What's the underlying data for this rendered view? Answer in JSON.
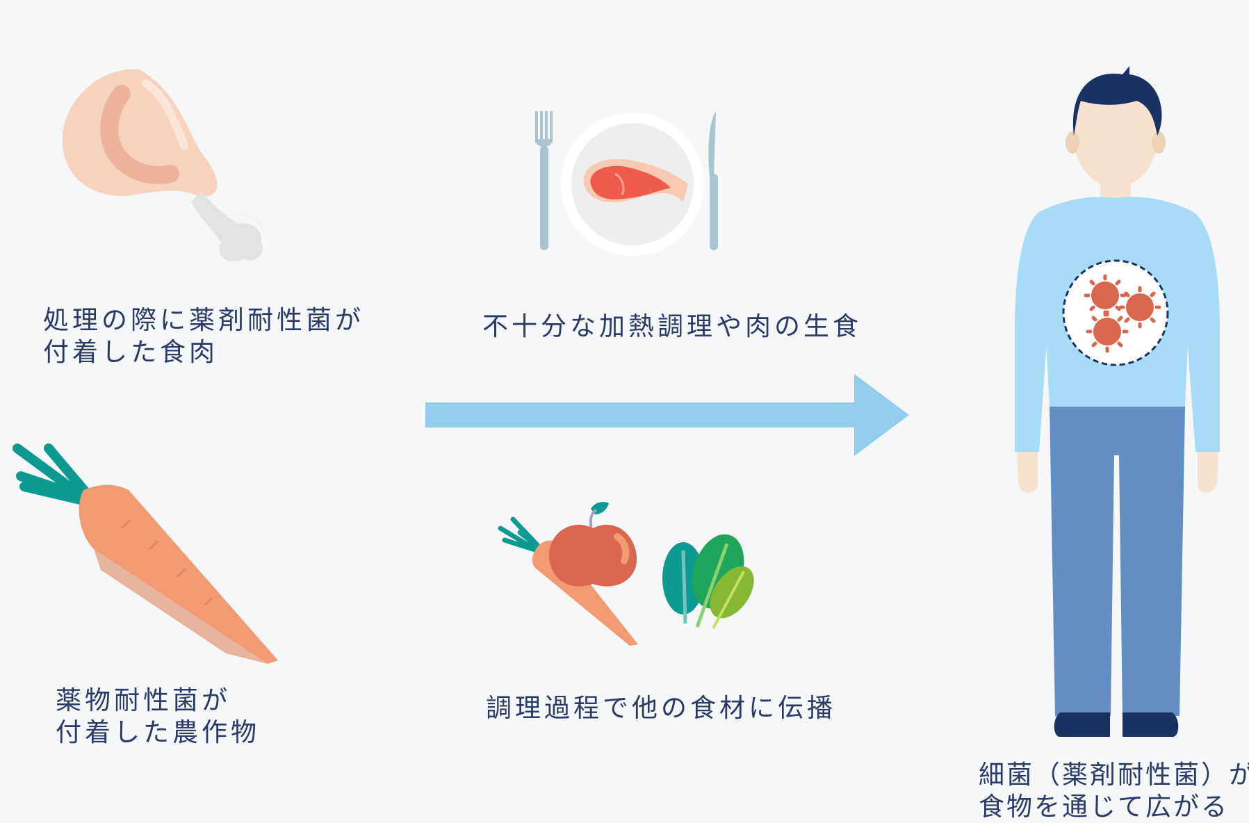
{
  "labels": {
    "meat": {
      "line1": "処理の際に薬剤耐性菌が",
      "line2": "付着した食肉"
    },
    "crops": {
      "line1": "薬物耐性菌が",
      "line2": "付着した農作物"
    },
    "cooking": {
      "line1": "不十分な加熱調理や肉の生食"
    },
    "spread": {
      "line1": "調理過程で他の食材に伝播"
    },
    "person": {
      "line1": "細菌（薬剤耐性菌）が",
      "line2": "食物を通じて広がる"
    }
  },
  "icons": {
    "meat": "chicken-leg-icon",
    "crop": "carrot-icon",
    "plate": "plate-with-meat-icon",
    "produce": "vegetables-group-icon",
    "person": "person-with-bacteria-icon",
    "arrow": "right-arrow-icon"
  },
  "colors": {
    "background": "#f5f7f9",
    "text": "#2b3a67",
    "arrow": "#93ceee",
    "shirt": "#a8dbf5",
    "pants": "#648dc4",
    "bacteria": "#d9674d",
    "carrot": "#f29b72",
    "leaf": "#0f9a91"
  }
}
